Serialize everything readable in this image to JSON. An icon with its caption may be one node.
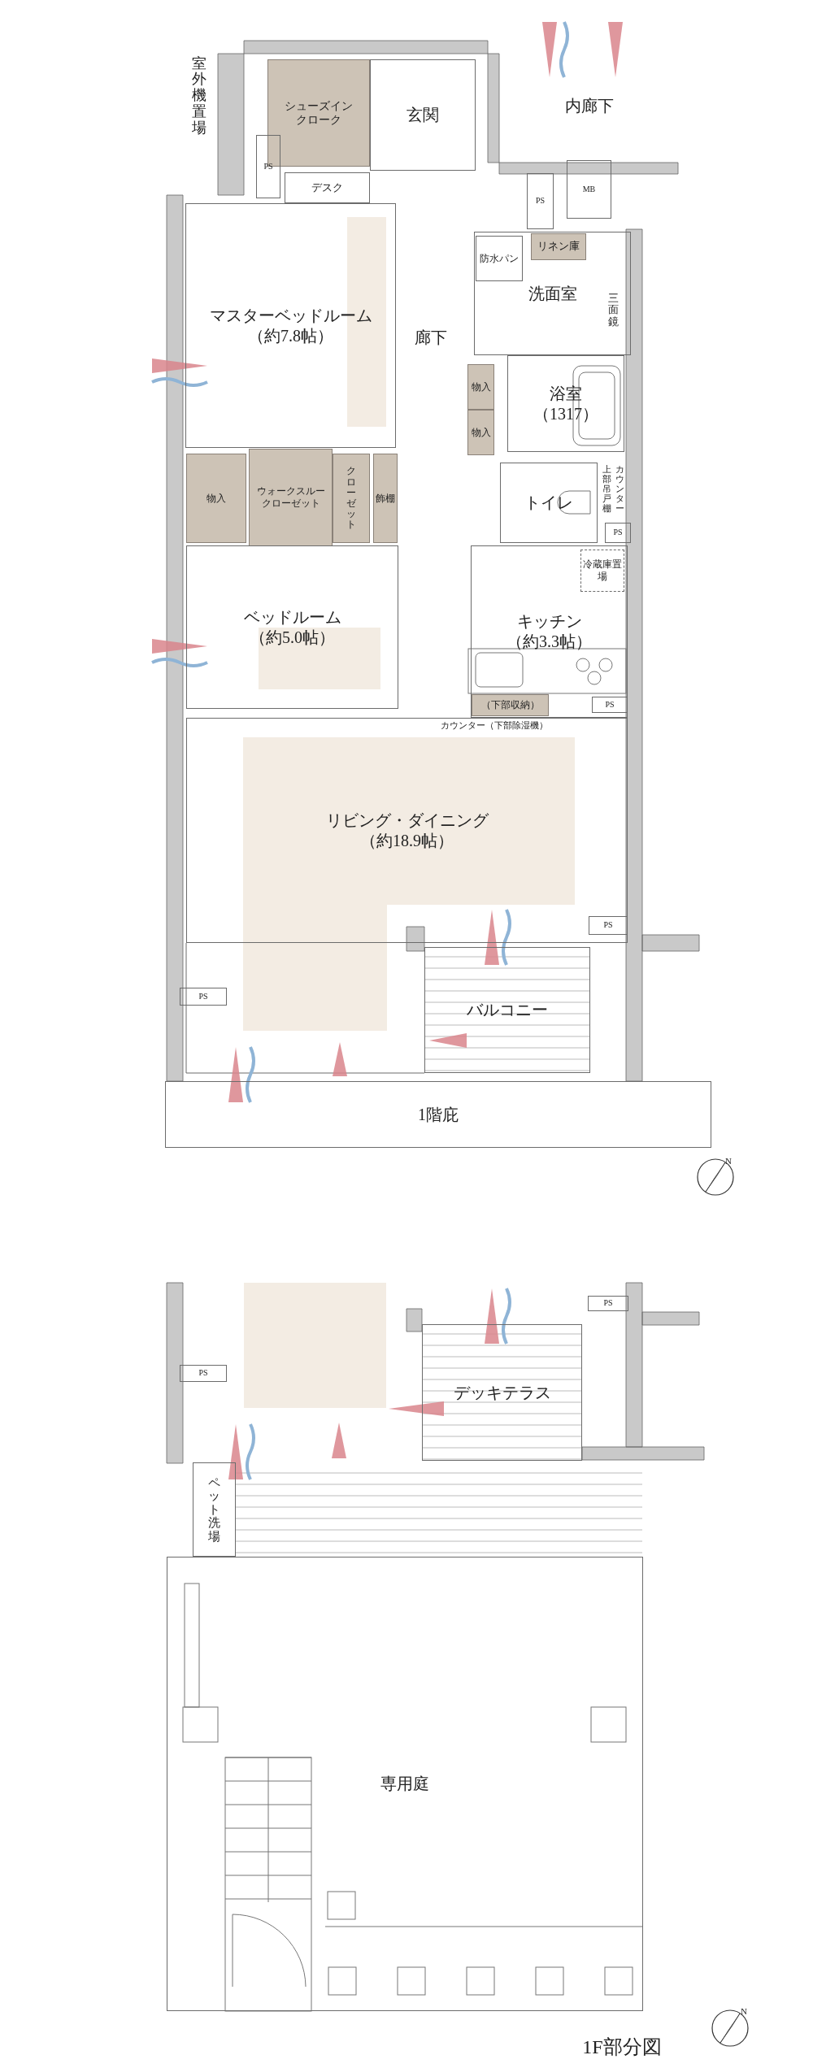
{
  "diagram": {
    "nodes": [
      {
        "text": [
          "室外機置場"
        ]
      },
      {
        "text": [
          "シューズイン",
          "クローク"
        ]
      },
      {
        "text": [
          "玄関"
        ]
      },
      {
        "text": [
          "内廊下"
        ]
      },
      {
        "text": [
          "PS"
        ]
      },
      {
        "text": [
          "デスク"
        ]
      },
      {
        "text": [
          "PS"
        ]
      },
      {
        "text": [
          "MB"
        ]
      },
      {
        "text": [
          "マスターベッドルーム",
          "（約7.8帖）"
        ]
      },
      {
        "text": [
          "廊下"
        ]
      },
      {
        "text": [
          "防水パン"
        ],
        "in": 12
      },
      {
        "text": [
          "リネン庫"
        ],
        "in": 12
      },
      {
        "text": [
          "洗面室"
        ]
      },
      {
        "text": [
          "物入"
        ]
      },
      {
        "text": [
          "物入"
        ]
      },
      {
        "text": [
          "浴室",
          "（1317）"
        ]
      },
      {
        "text": [
          "トイレ"
        ]
      },
      {
        "text": [
          "物入"
        ]
      },
      {
        "text": [
          "ウォークスルー",
          "クローゼット"
        ]
      },
      {
        "text": [
          "クローゼット"
        ]
      },
      {
        "text": [
          "飾棚"
        ]
      },
      {
        "text": [
          "PS"
        ]
      },
      {
        "text": [
          "ベッドルーム",
          "（約5.0帖）"
        ]
      },
      {
        "text": [
          "キッチン",
          "（約3.3帖）"
        ]
      },
      {
        "text": [
          "冷蔵庫置場"
        ],
        "in": 23
      },
      {
        "text": [
          "（下部収納）"
        ],
        "in": 23
      },
      {
        "text": [
          "PS"
        ],
        "in": 23
      },
      {
        "text": [
          "リビング・ダイニング",
          "（約18.9帖）"
        ]
      },
      {
        "text": [
          "PS"
        ],
        "in": 27
      },
      {
        "text": [
          "PS"
        ]
      },
      {
        "text": [
          "バルコニー"
        ]
      },
      {
        "text": [
          "1階庇"
        ]
      },
      {
        "text": [
          "PS"
        ]
      },
      {
        "text": [
          "PS"
        ]
      },
      {
        "text": [
          "デッキテラス"
        ]
      },
      {
        "text": [
          "ペット洗場"
        ]
      },
      {
        "text": [
          "専用庭"
        ]
      }
    ],
    "labels": [
      "三面鏡",
      "カウンター",
      "上部吊戸棚",
      "カウンター（下部除湿機）",
      "N",
      "N",
      "1F部分図"
    ]
  }
}
